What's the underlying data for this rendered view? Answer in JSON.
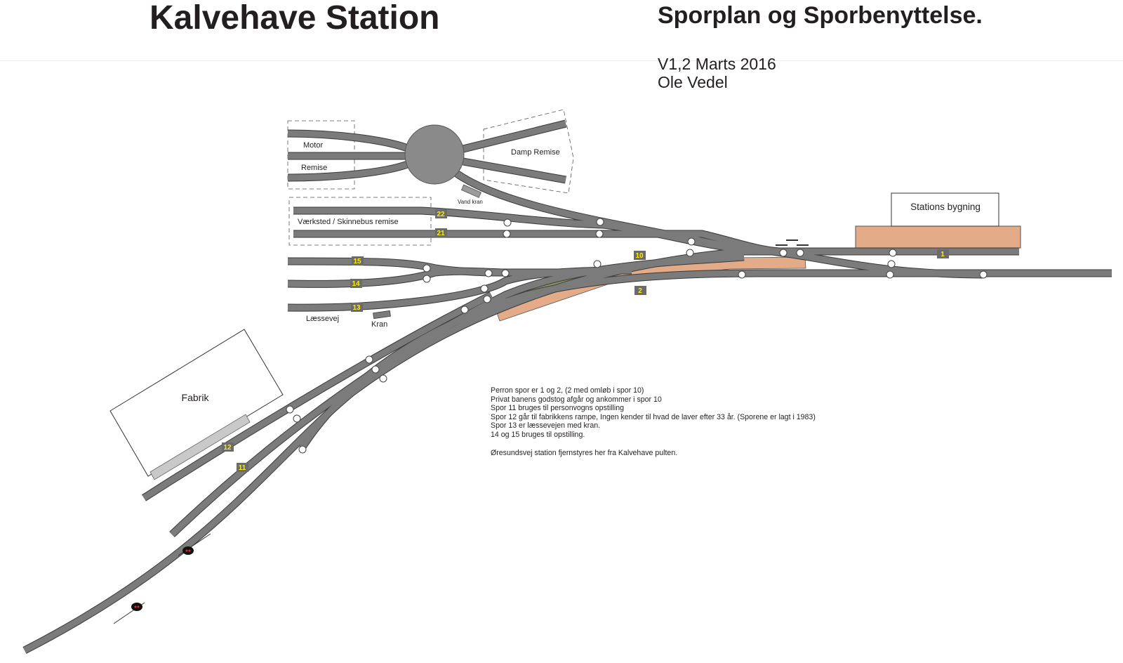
{
  "header": {
    "title": "Kalvehave Station",
    "subtitle": "Sporplan og Sporbenyttelse.",
    "version": "V1,2 Marts 2016",
    "author": "Ole Vedel"
  },
  "labels": {
    "motor": "Motor",
    "remise": "Remise",
    "damp_remise": "Damp Remise",
    "vand_kran": "Vand kran",
    "vaerksted": "Værksted / Skinnebus remise",
    "stations_bygning": "Stations bygning",
    "laessevej": "Læssevej",
    "kran": "Kran",
    "fabrik": "Fabrik"
  },
  "track_numbers": {
    "t22": "22",
    "t21": "21",
    "t15": "15",
    "t14": "14",
    "t13": "13",
    "t10": "10",
    "t1": "1",
    "t2": "2",
    "t12": "12",
    "t11": "11"
  },
  "notes": {
    "line1": "Perron spor er 1 og 2, (2 med omløb i spor 10)",
    "line2": "Privat banens godstog afgår og ankommer i spor 10",
    "line3": "Spor 11 bruges til personvogns opstilling",
    "line4": "Spor 12 går til fabrikkens rampe, Ingen kender til hvad de laver efter 33 år. (Sporene er lagt i 1983)",
    "line5": "Spor 13 er læssevejen med kran.",
    "line6": "14 og 15 bruges til opstilling.",
    "line7": "Øresundsvej station fjernstyres her fra Kalvehave pulten."
  },
  "colors": {
    "track": "#7b7b7b",
    "track_edge": "#3a3a3a",
    "platform": "#e3ab87",
    "green_strip": "#8b9a63",
    "turntable": "#8a8a8a",
    "label_badge": "#6b6b6b",
    "badge_text": "#ffee00",
    "factory_ramp": "#c8c8c8"
  }
}
